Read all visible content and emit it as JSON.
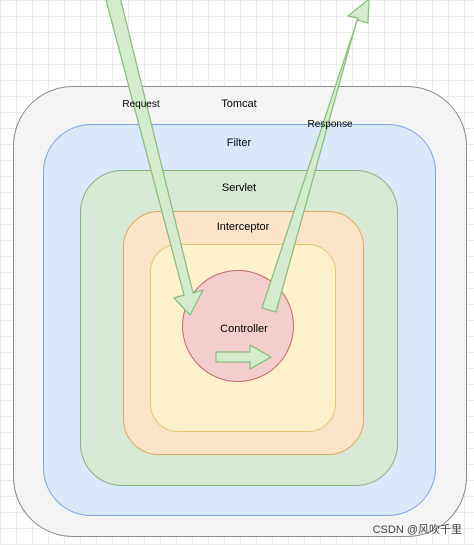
{
  "colors": {
    "tomcat": {
      "fill": "#f4f4f4",
      "stroke": "#8a8a8a"
    },
    "filter": {
      "fill": "#dbe8fb",
      "stroke": "#7ea6dc"
    },
    "servlet": {
      "fill": "#d7e8d5",
      "stroke": "#86b47f"
    },
    "interceptor": {
      "fill": "#fde3c8",
      "stroke": "#e2a95b"
    },
    "inner": {
      "fill": "#fdf1cc",
      "stroke": "#e2c673"
    },
    "controller": {
      "fill": "#f4cdcd",
      "stroke": "#c46a6a"
    },
    "arrow": {
      "fill": "#d5ebce",
      "stroke": "#8cc07e"
    }
  },
  "layers": {
    "tomcat": "Tomcat",
    "filter": "Filter",
    "servlet": "Servlet",
    "interceptor": "Interceptor",
    "controller": "Controller"
  },
  "arrows": {
    "request": "Request",
    "response": "Response"
  },
  "watermark": "CSDN @风吹千里"
}
